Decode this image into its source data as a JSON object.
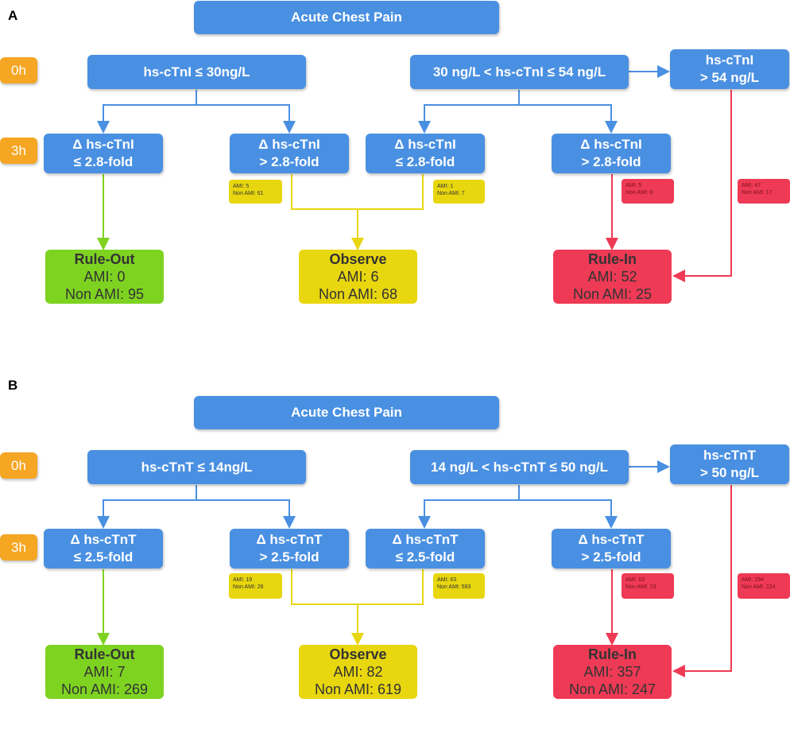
{
  "colors": {
    "blue": "#4a90e2",
    "orange": "#f5a623",
    "green": "#7ed321",
    "yellow": "#e8d60f",
    "red": "#ef3a55"
  },
  "panels": [
    {
      "label": "A",
      "title": "Acute Chest Pain",
      "time0": "0h",
      "time3": "3h",
      "zero_left": "hs-cTnI ≤ 30ng/L",
      "zero_mid": "30 ng/L < hs-cTnI ≤ 54 ng/L",
      "zero_right": [
        "hs-cTnI",
        "> 54 ng/L"
      ],
      "delta1": [
        "Δ hs-cTnI",
        "≤ 2.8-fold"
      ],
      "delta2": [
        "Δ hs-cTnI",
        "> 2.8-fold"
      ],
      "delta3": [
        "Δ hs-cTnI",
        "≤ 2.8-fold"
      ],
      "delta4": [
        "Δ hs-cTnI",
        "> 2.8-fold"
      ],
      "mini_yellow1": [
        "AMI: 5",
        "Non AMI: 61"
      ],
      "mini_yellow2": [
        "AMI: 1",
        "Non AMI: 7"
      ],
      "mini_red1": [
        "AMI: 5",
        "Non AMI: 8"
      ],
      "mini_red2": [
        "AMI: 47",
        "Non AMI: 17"
      ],
      "out": {
        "title": "Rule-Out",
        "ami": "AMI: 0",
        "non": "Non AMI: 95"
      },
      "obs": {
        "title": "Observe",
        "ami": "AMI: 6",
        "non": "Non AMI: 68"
      },
      "in": {
        "title": "Rule-In",
        "ami": "AMI: 52",
        "non": "Non AMI: 25"
      }
    },
    {
      "label": "B",
      "title": "Acute Chest Pain",
      "time0": "0h",
      "time3": "3h",
      "zero_left": "hs-cTnT ≤ 14ng/L",
      "zero_mid": "14 ng/L  < hs-cTnT ≤ 50 ng/L",
      "zero_right": [
        "hs-cTnT",
        "> 50 ng/L"
      ],
      "delta1": [
        "Δ hs-cTnT",
        "≤ 2.5-fold"
      ],
      "delta2": [
        "Δ hs-cTnT",
        "> 2.5-fold"
      ],
      "delta3": [
        "Δ hs-cTnT",
        "≤ 2.5-fold"
      ],
      "delta4": [
        "Δ hs-cTnT",
        "> 2.5-fold"
      ],
      "mini_yellow1": [
        "AMI: 19",
        "Non AMI: 26"
      ],
      "mini_yellow2": [
        "AMI: 63",
        "Non AMI: 593"
      ],
      "mini_red1": [
        "AMI: 63",
        "Non AMI: 23"
      ],
      "mini_red2": [
        "AMI: 294",
        "Non AMI: 224"
      ],
      "out": {
        "title": "Rule-Out",
        "ami": "AMI: 7",
        "non": "Non AMI: 269"
      },
      "obs": {
        "title": "Observe",
        "ami": "AMI: 82",
        "non": "Non AMI: 619"
      },
      "in": {
        "title": "Rule-In",
        "ami": "AMI: 357",
        "non": "Non AMI: 247"
      }
    }
  ]
}
